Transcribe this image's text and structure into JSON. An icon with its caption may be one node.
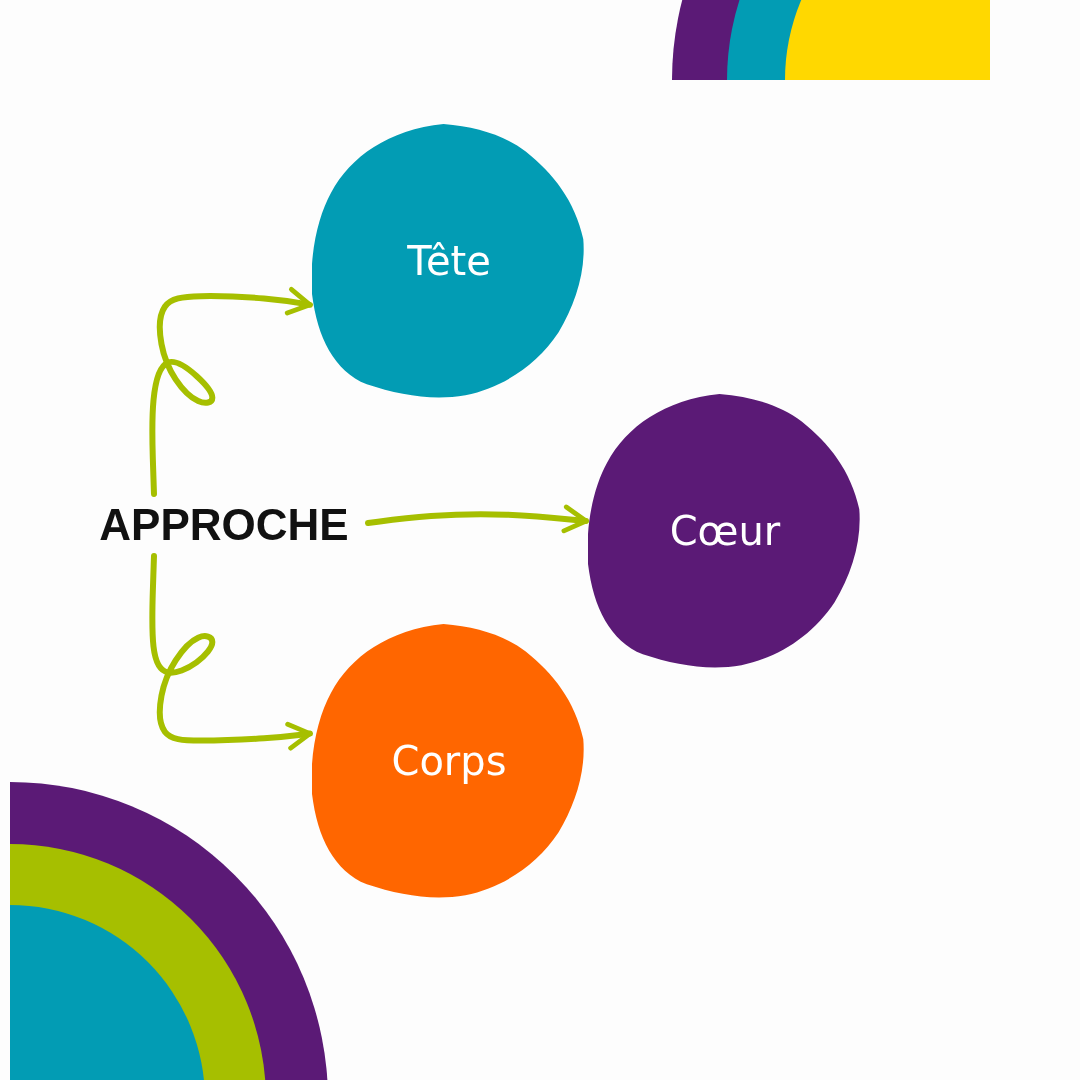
{
  "diagram": {
    "nodes": [
      {
        "text": [
          "APPROCHE"
        ]
      },
      {
        "text": [
          "Tête"
        ]
      },
      {
        "text": [
          "Cœur"
        ]
      },
      {
        "text": [
          "Corps"
        ]
      }
    ],
    "edges": [
      {
        "from": 0,
        "to": 1,
        "arrow": "to"
      },
      {
        "from": 0,
        "to": 2,
        "arrow": "to"
      },
      {
        "from": 0,
        "to": 3,
        "arrow": "to"
      }
    ]
  }
}
